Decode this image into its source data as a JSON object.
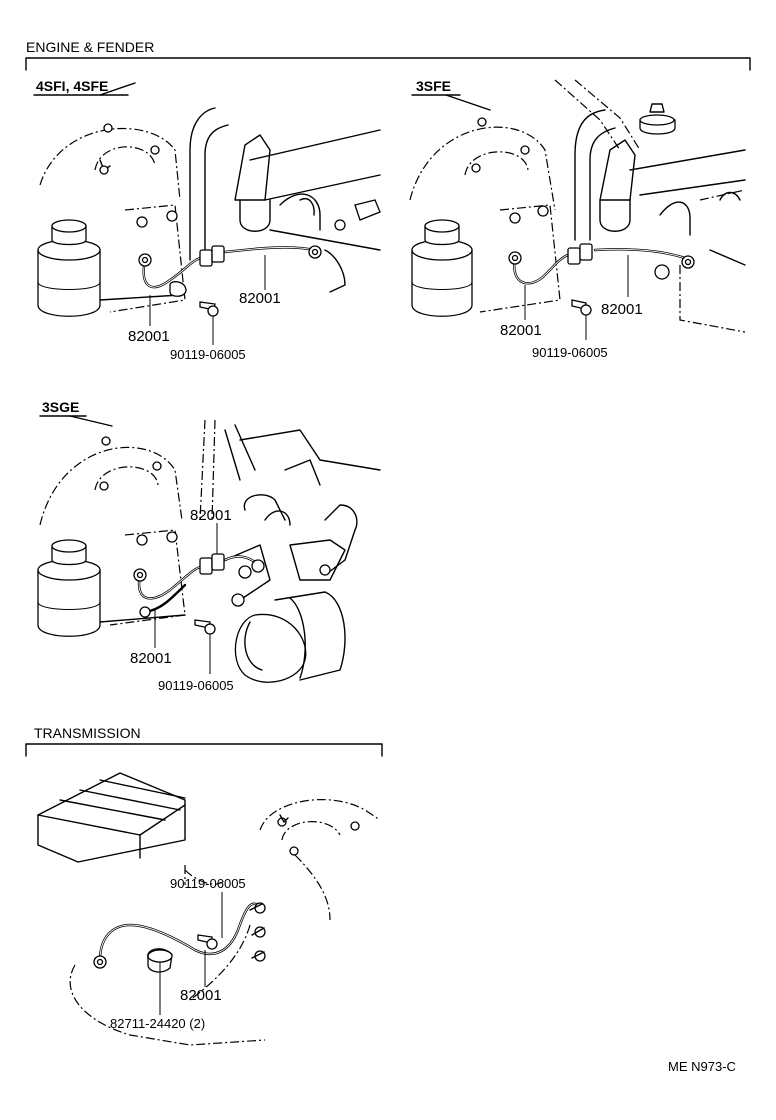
{
  "sections": {
    "engine_fender": {
      "title": "ENGINE & FENDER"
    },
    "transmission": {
      "title": "TRANSMISSION"
    }
  },
  "views": {
    "v4sfi": {
      "title": "4SFI, 4SFE",
      "label_wire_a": "82001",
      "label_wire_b": "82001",
      "label_bolt": "90119-06005"
    },
    "v3sfe": {
      "title": "3SFE",
      "label_wire_a": "82001",
      "label_wire_b": "82001",
      "label_bolt": "90119-06005"
    },
    "v3sge": {
      "title": "3SGE",
      "label_wire_a": "82001",
      "label_wire_b": "82001",
      "label_bolt": "90119-06005"
    },
    "trans": {
      "label_bolt": "90119-06005",
      "label_wire": "82001",
      "label_clamp": "82711-24420 (2)"
    }
  },
  "footer": {
    "code": "ME N973-C"
  }
}
